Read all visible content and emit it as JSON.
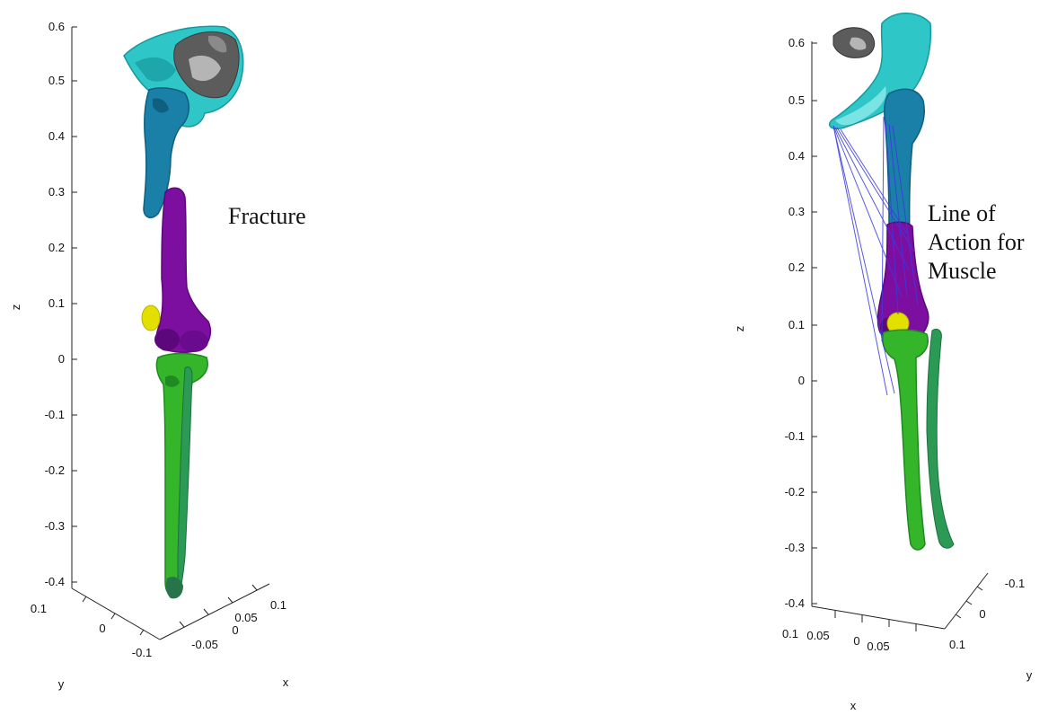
{
  "colors": {
    "pelvis": "#2fc6c8",
    "pelvis_dark": "#169a9e",
    "sacrum": "#5c5c5c",
    "sacrum_light": "#b5b5b5",
    "femur_upper": "#1a80a8",
    "femur_upper_dark": "#0f5f80",
    "femur_lower": "#7d0fa0",
    "femur_lower_dark": "#5c087a",
    "patella": "#e3e000",
    "tibia": "#35b529",
    "tibia_dark": "#1f8a22",
    "fibula": "#2b9a55",
    "foot": "#27734a",
    "muscle_line": "#3a3ae0",
    "axis": "#222222"
  },
  "left_panel": {
    "z_ticks": [
      "0.6",
      "0.5",
      "0.4",
      "0.3",
      "0.2",
      "0.1",
      "0",
      "-0.1",
      "-0.2",
      "-0.3",
      "-0.4"
    ],
    "z_label": "z",
    "y_ticks": [
      "0.1",
      "0",
      "-0.1"
    ],
    "y_label": "y",
    "x_ticks": [
      "0.1",
      "0.05",
      "0",
      "-0.05"
    ],
    "x_label": "x",
    "annotation": "Fracture"
  },
  "right_panel": {
    "z_ticks": [
      "0.6",
      "0.5",
      "0.4",
      "0.3",
      "0.2",
      "0.1",
      "0",
      "-0.1",
      "-0.2",
      "-0.3",
      "-0.4"
    ],
    "z_label": "z",
    "x_ticks": [
      "0.1",
      "0.05",
      "0",
      "0.05"
    ],
    "x_label": "x",
    "y_ticks": [
      "-0.1",
      "0",
      "0.1"
    ],
    "y_label": "y",
    "annotation": {
      "line1": "Line of",
      "line2": "Action for",
      "line3": "Muscle"
    }
  }
}
